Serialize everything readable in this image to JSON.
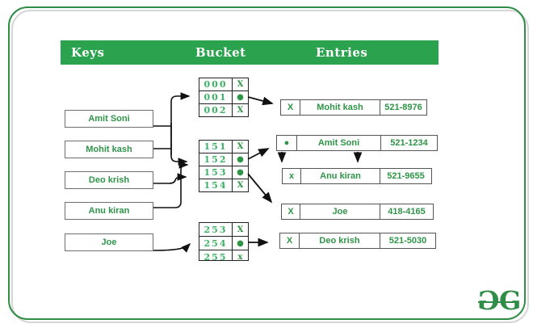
{
  "header": {
    "columns": [
      {
        "label": "Keys"
      },
      {
        "label": "Bucket"
      },
      {
        "label": "Entries"
      }
    ]
  },
  "keys": [
    {
      "label": "Amit Soni"
    },
    {
      "label": "Mohit kash"
    },
    {
      "label": "Deo krish"
    },
    {
      "label": "Anu kiran"
    },
    {
      "label": "Joe"
    }
  ],
  "buckets": [
    {
      "rows": [
        {
          "index": "000",
          "marker": "X"
        },
        {
          "index": "001",
          "marker": "●"
        },
        {
          "index": "002",
          "marker": "X"
        }
      ]
    },
    {
      "rows": [
        {
          "index": "151",
          "marker": "X"
        },
        {
          "index": "152",
          "marker": "●"
        },
        {
          "index": "153",
          "marker": "●"
        },
        {
          "index": "154",
          "marker": "X"
        }
      ]
    },
    {
      "rows": [
        {
          "index": "253",
          "marker": "X"
        },
        {
          "index": "254",
          "marker": "●"
        },
        {
          "index": "255",
          "marker": "x"
        }
      ]
    }
  ],
  "entries": [
    {
      "marker": "X",
      "name": "Mohit kash",
      "phone": "521-8976"
    },
    {
      "marker": "●",
      "name": "Amit Soni",
      "phone": "521-1234"
    },
    {
      "marker": "x",
      "name": "Anu kiran",
      "phone": "521-9655"
    },
    {
      "marker": "X",
      "name": "Joe",
      "phone": "418-4165"
    },
    {
      "marker": "X",
      "name": "Deo krish",
      "phone": "521-5030"
    }
  ],
  "logo": {
    "left_glyph": "G",
    "right_glyph": "G"
  },
  "colors": {
    "header_bg": "#2ba24d",
    "text_green": "#2e9447",
    "bucket_green": "#3cb364",
    "border_green": "#2f8d46",
    "line_black": "#111111"
  }
}
